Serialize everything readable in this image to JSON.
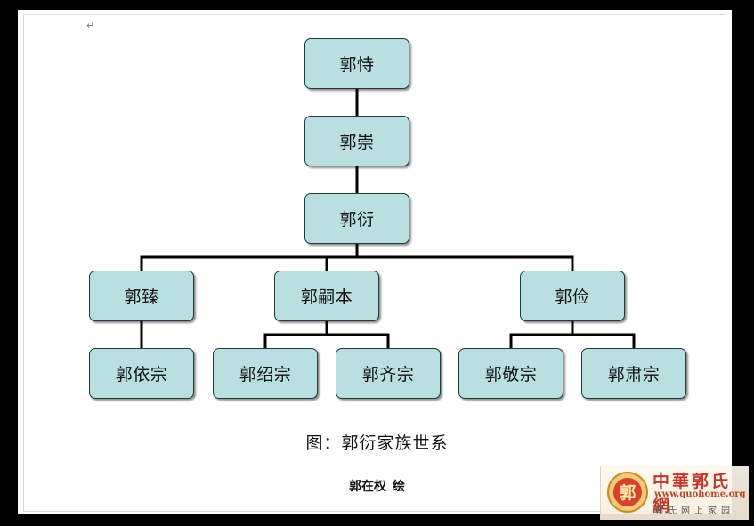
{
  "colors": {
    "box_fill": "#b9dfe1",
    "line": "#000000",
    "watermark_red": "#c0392b"
  },
  "diagram": {
    "nodes": {
      "guo_shi": "郭恃",
      "guo_chong": "郭崇",
      "guo_yan": "郭衍",
      "guo_zhen": "郭臻",
      "guo_siben": "郭嗣本",
      "guo_jian": "郭俭",
      "guo_yizong": "郭依宗",
      "guo_shaozong": "郭绍宗",
      "guo_qizong": "郭齐宗",
      "guo_jingzong": "郭敬宗",
      "guo_suzong": "郭肃宗"
    },
    "edges": [
      [
        "guo_shi",
        "guo_chong"
      ],
      [
        "guo_chong",
        "guo_yan"
      ],
      [
        "guo_yan",
        "guo_zhen"
      ],
      [
        "guo_yan",
        "guo_siben"
      ],
      [
        "guo_yan",
        "guo_jian"
      ],
      [
        "guo_zhen",
        "guo_yizong"
      ],
      [
        "guo_siben",
        "guo_shaozong"
      ],
      [
        "guo_siben",
        "guo_qizong"
      ],
      [
        "guo_jian",
        "guo_jingzong"
      ],
      [
        "guo_jian",
        "guo_suzong"
      ]
    ]
  },
  "caption": "图：郭衍家族世系",
  "author": {
    "name": "郭在权",
    "action": "绘"
  },
  "paragraph_mark": "↵",
  "watermark": {
    "title": "中華郭氏網",
    "url": "www.guohome.org",
    "subtitle": "郭氏网上家园",
    "seal_glyph": "郭"
  }
}
